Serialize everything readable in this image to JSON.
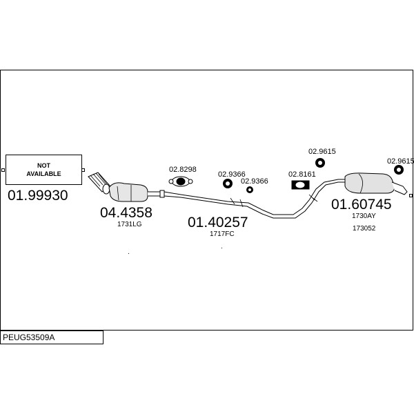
{
  "diagram": {
    "code": "PEUG53509A",
    "not_available": {
      "line1": "NOT",
      "line2": "AVAILABLE",
      "part_no": "01.99930"
    },
    "parts": {
      "cat": {
        "part_no": "04.4358",
        "ref": "1731LG"
      },
      "mid": {
        "part_no": "01.40257",
        "ref": "1717FC"
      },
      "rear": {
        "part_no": "01.60745",
        "ref1": "1730AY",
        "ref2": "173052"
      }
    },
    "fittings": {
      "f1": "02.8298",
      "f2": "02.9366",
      "f3": "02.9366",
      "f4": "02.8161",
      "f5": "02.9615",
      "f6": "02.9615"
    },
    "marks": {
      "dot1": ".",
      "dot2": "."
    }
  }
}
